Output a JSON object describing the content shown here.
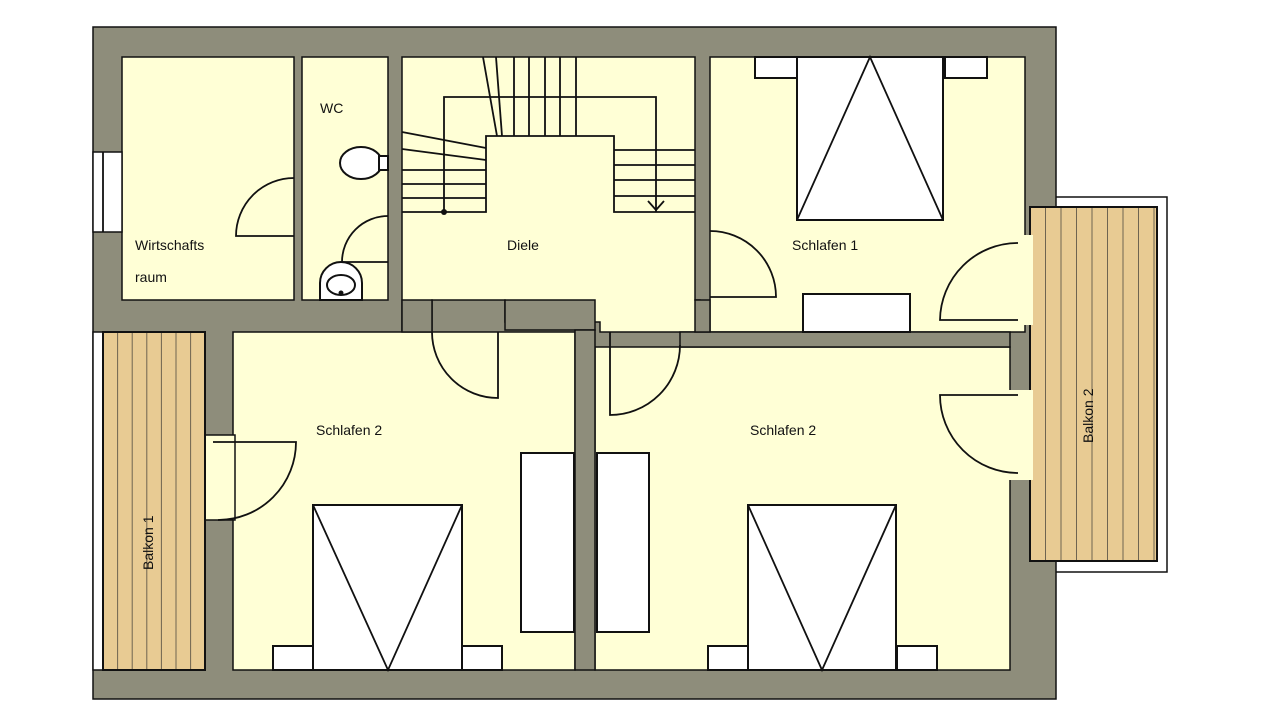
{
  "plan": {
    "rooms": {
      "wirtschaft_line1": "Wirtschafts",
      "wirtschaft_line2": "raum",
      "wc": "WC",
      "diele": "Diele",
      "schlafen1": "Schlafen 1",
      "schlafen2_left": "Schlafen 2",
      "schlafen2_right": "Schlafen 2",
      "balkon1": "Balkon 1",
      "balkon2": "Balkon 2"
    },
    "colors": {
      "wall": "#8e8d7b",
      "room": "#ffffd6",
      "balcony": "#e8cb93"
    }
  }
}
